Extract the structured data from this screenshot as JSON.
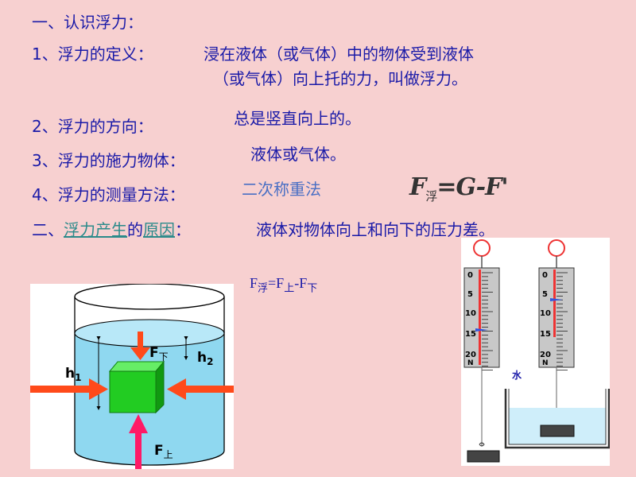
{
  "section1": {
    "heading": "一、认识浮力："
  },
  "items": {
    "definition": {
      "label": "1、浮力的定义：",
      "text_line1": "浸在液体（或气体）中的物体受到液体",
      "text_line2": "（或气体）向上托的力，叫做浮力。"
    },
    "direction": {
      "label": "2、浮力的方向：",
      "answer": "总是竖直向上的。"
    },
    "source": {
      "label": "3、浮力的施力物体：",
      "answer": "液体或气体。"
    },
    "measure": {
      "label": "4、浮力的测量方法：",
      "answer": "二次称重法",
      "formula": {
        "F": "F",
        "sub": "浮",
        "eq": "=G-F'"
      }
    }
  },
  "section2": {
    "prefix": "二、",
    "link1": "浮力产生",
    "middle": "的",
    "link2": "原因",
    "colon": "：",
    "answer": "液体对物体向上和向下的压力差。"
  },
  "formula2": {
    "F": "F",
    "sub1": "浮",
    "eq": "=F",
    "sub2": "上",
    "minus": "-F",
    "sub3": "下"
  },
  "diagram_cube": {
    "label_h1": "h",
    "label_h1_sub": "1",
    "label_h2": "h",
    "label_h2_sub": "2",
    "label_fdown": "F",
    "label_fdown_sub": "下",
    "label_fup": "F",
    "label_fup_sub": "上"
  },
  "diagram_scale": {
    "ticks": [
      "0",
      "5",
      "10",
      "15",
      "20"
    ],
    "unit": "N",
    "water_label": "水"
  },
  "colors": {
    "background": "#f7d0d0",
    "text_blue": "#1a1aa8",
    "water": "#8fd8f0",
    "cube": "#22cc22",
    "arrow": "#ff4a1a",
    "arrow_up": "#ff1a66"
  }
}
